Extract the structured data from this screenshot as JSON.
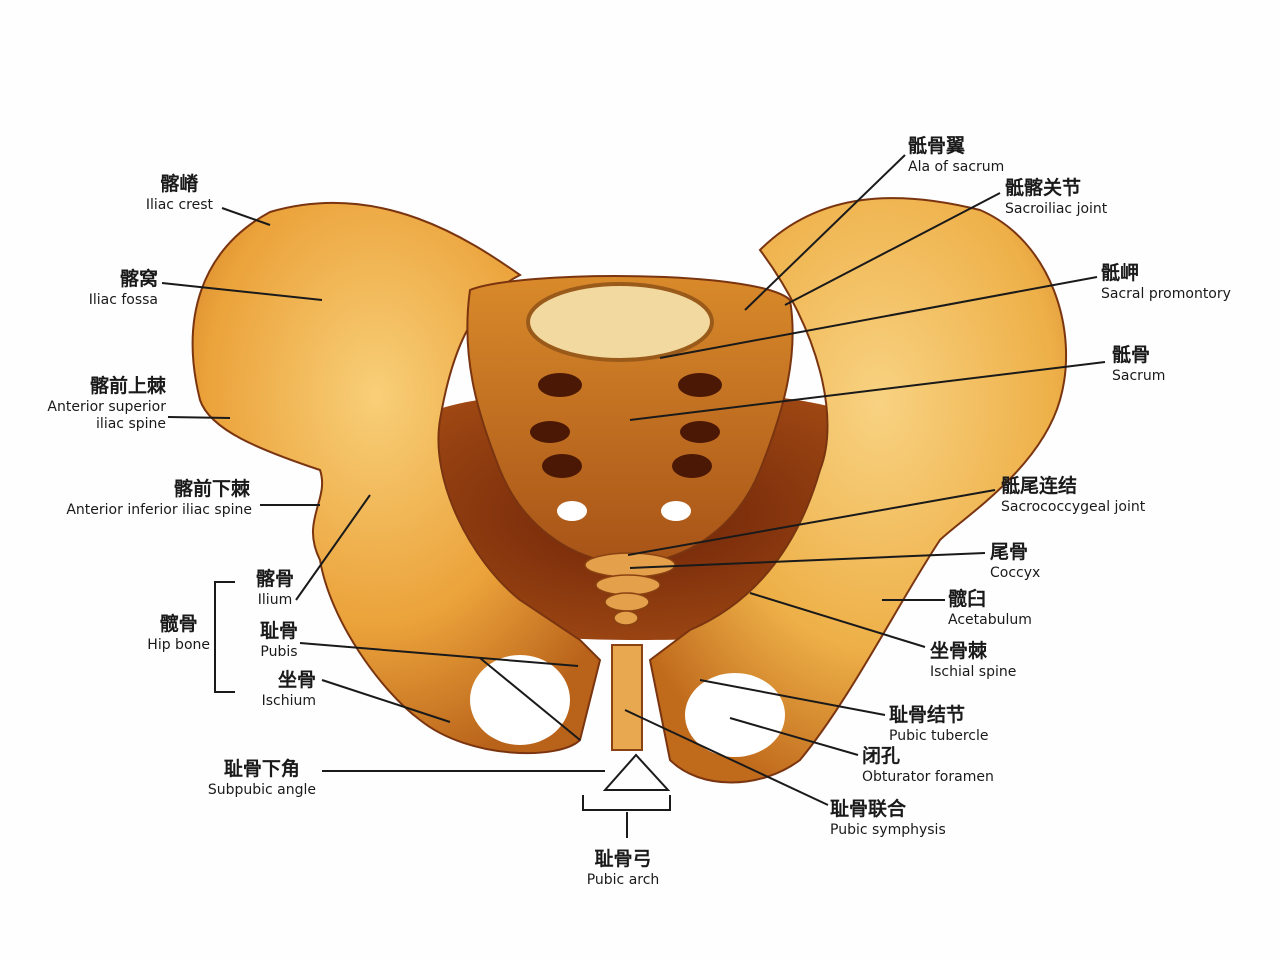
{
  "labels": {
    "iliac_crest": {
      "cn": "髂嵴",
      "en": "Iliac crest"
    },
    "iliac_fossa": {
      "cn": "髂窝",
      "en": "Iliac fossa"
    },
    "asis": {
      "cn": "髂前上棘",
      "en1": "Anterior superior",
      "en2": "iliac spine"
    },
    "aiis": {
      "cn": "髂前下棘",
      "en": "Anterior inferior iliac spine"
    },
    "ilium": {
      "cn": "髂骨",
      "en": "Ilium"
    },
    "hip_bone": {
      "cn": "髋骨",
      "en": "Hip bone"
    },
    "pubis": {
      "cn": "耻骨",
      "en": "Pubis"
    },
    "ischium": {
      "cn": "坐骨",
      "en": "Ischium"
    },
    "subpubic_angle": {
      "cn": "耻骨下角",
      "en": "Subpubic angle"
    },
    "pubic_arch": {
      "cn": "耻骨弓",
      "en": "Pubic arch"
    },
    "ala_of_sacrum": {
      "cn": "骶骨翼",
      "en": "Ala of sacrum"
    },
    "sacroiliac_joint": {
      "cn": "骶髂关节",
      "en": "Sacroiliac joint"
    },
    "sacral_promontory": {
      "cn": "骶岬",
      "en": "Sacral promontory"
    },
    "sacrum": {
      "cn": "骶骨",
      "en": "Sacrum"
    },
    "sacrococcygeal_joint": {
      "cn": "骶尾连结",
      "en": "Sacrococcygeal joint"
    },
    "coccyx": {
      "cn": "尾骨",
      "en": "Coccyx"
    },
    "acetabulum": {
      "cn": "髋臼",
      "en": "Acetabulum"
    },
    "ischial_spine": {
      "cn": "坐骨棘",
      "en": "Ischial spine"
    },
    "pubic_tubercle": {
      "cn": "耻骨结节",
      "en": "Pubic tubercle"
    },
    "obturator_foramen": {
      "cn": "闭孔",
      "en": "Obturator foramen"
    },
    "pubic_symphysis": {
      "cn": "耻骨联合",
      "en": "Pubic symphysis"
    }
  },
  "colors": {
    "bone_light": "#f6c870",
    "bone_mid": "#e39a2e",
    "bone_dark": "#8a3a10",
    "line": "#1a1a1a"
  }
}
